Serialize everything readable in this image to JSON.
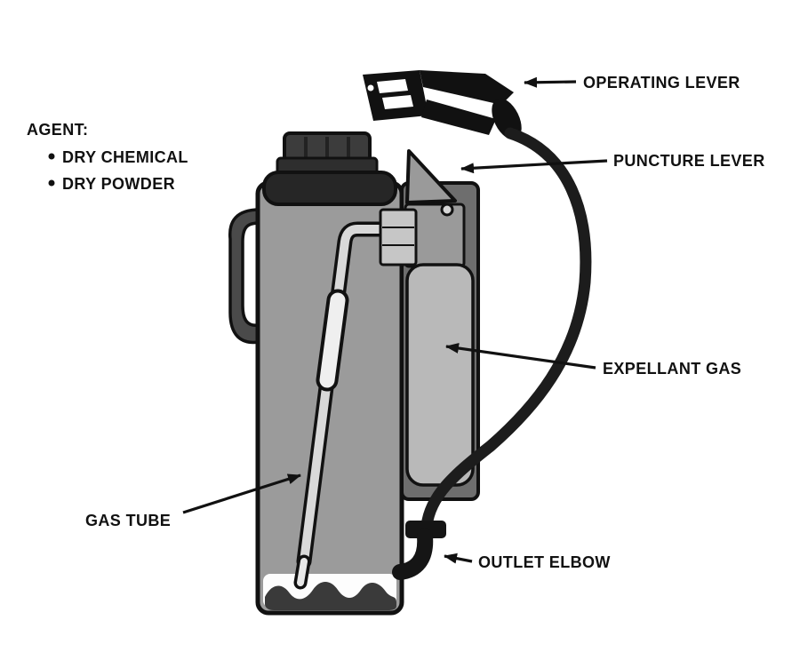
{
  "agent_list": {
    "heading": "AGENT:",
    "items": [
      {
        "label": "DRY CHEMICAL"
      },
      {
        "label": "DRY POWDER"
      }
    ]
  },
  "labels": {
    "operating_lever": "OPERATING LEVER",
    "puncture_lever": "PUNCTURE LEVER",
    "expellant_gas": "EXPELLANT GAS",
    "outlet_elbow": "OUTLET ELBOW",
    "gas_tube": "GAS TUBE"
  },
  "colors": {
    "background": "#ffffff",
    "outline": "#111111",
    "label_text": "#111111",
    "tank_fill": "#9b9b9b",
    "cartridge_fill": "#b9b9b9",
    "housing_fill": "#6e6e6e",
    "mechanism_fill": "#9a9a9a",
    "connector_fill": "#c6c6c6",
    "cap_fill": "#3c3c3c",
    "shoulder_fill": "#262626",
    "agent_fill": "#3a3a3a",
    "hose_color": "#1c1c1c",
    "tube_inner": "#d9d9d9",
    "sleeve_fill": "#efefef",
    "handle_fill": "#4a4a4a",
    "lever_fill": "#111111",
    "puncture_lever_fill": "#9a9a9a"
  }
}
